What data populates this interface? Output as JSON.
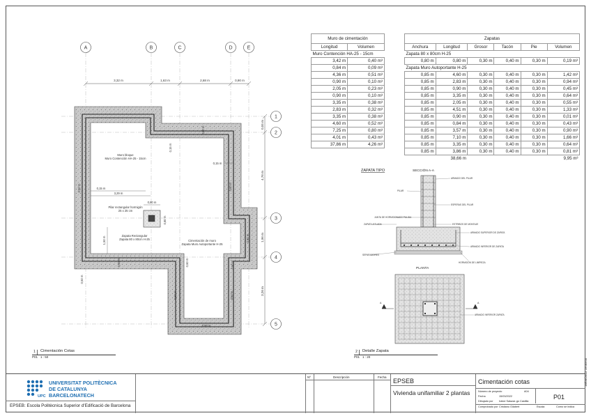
{
  "grid": {
    "cols": [
      "A",
      "B",
      "C",
      "D",
      "E"
    ],
    "rows": [
      "1",
      "2",
      "3",
      "4",
      "5"
    ],
    "col_dims": [
      "3,32 m",
      "1,63 m",
      "2,68 m",
      "0,90 m"
    ],
    "row_dims": [
      "0,55 m",
      "4,76 m",
      "1,96 m",
      "3,26 m"
    ]
  },
  "plan_labels": {
    "muro": "Muro bloque\nMuro Contención HA-25 - 15cm",
    "pilar": "Pilar rectangular hormigón\n25 x 25 cm",
    "zapata_pilar": "Zapata Rectangular\nZapata 80 x 80cm H-25",
    "cimentado": "Cimentación de muro\nZapata Muro Autoportante H-25",
    "d1": "0,15 m",
    "d2": "3,29 m",
    "d3": "0,80 m",
    "d4": "0,80 m",
    "d5": "1,50 m",
    "d6": "0,15 m",
    "d7": "0,15 m",
    "d8": "0,60 m",
    "d9": "0,60 m",
    "d10": "0,60 m",
    "d11": "0,60 m",
    "d12": "0,60 m",
    "d13": "0,60 m",
    "d14": "0,60 m",
    "d15": "0,15 m",
    "d16": "0,60 m",
    "d17": "0,60 m",
    "d18": "0,60 m",
    "d19": "0,15 m",
    "d20": "0,60 m"
  },
  "muro_table": {
    "title": "Muro de cimentación",
    "headers": [
      "Longitud",
      "Volumen"
    ],
    "subtitle": "Muro Contención HA-25 - 15cm",
    "rows": [
      [
        "3,42 m",
        "0,40 m³"
      ],
      [
        "0,84 m",
        "0,09 m³"
      ],
      [
        "4,36 m",
        "0,51 m³"
      ],
      [
        "0,90 m",
        "0,10 m³"
      ],
      [
        "2,05 m",
        "0,23 m³"
      ],
      [
        "0,90 m",
        "0,10 m³"
      ],
      [
        "3,35 m",
        "0,38 m³"
      ],
      [
        "2,83 m",
        "0,32 m³"
      ],
      [
        "3,35 m",
        "0,38 m³"
      ],
      [
        "4,60 m",
        "0,52 m³"
      ],
      [
        "7,25 m",
        "0,80 m³"
      ],
      [
        "4,01 m",
        "0,43 m³"
      ],
      [
        "37,86 m",
        "4,26 m³"
      ]
    ]
  },
  "zapata_table": {
    "title": "Zapatas",
    "headers": [
      "Anchura",
      "Longitud",
      "Grosor",
      "Tacón",
      "Pie",
      "Volumen"
    ],
    "sub1": "Zapata 80 x 80cm H-25",
    "row1": [
      "0,80 m",
      "0,80 m",
      "0,30 m",
      "0,40 m",
      "0,30 m",
      "0,19 m³"
    ],
    "sub2": "Zapata Muro Autoportante H-25",
    "rows": [
      [
        "0,85 m",
        "4,60 m",
        "0,30 m",
        "0,40 m",
        "0,30 m",
        "1,42 m³"
      ],
      [
        "0,85 m",
        "2,83 m",
        "0,30 m",
        "0,40 m",
        "0,30 m",
        "0,94 m³"
      ],
      [
        "0,85 m",
        "0,90 m",
        "0,30 m",
        "0,40 m",
        "0,30 m",
        "0,45 m³"
      ],
      [
        "0,85 m",
        "3,35 m",
        "0,30 m",
        "0,40 m",
        "0,30 m",
        "0,64 m³"
      ],
      [
        "0,85 m",
        "2,05 m",
        "0,30 m",
        "0,40 m",
        "0,30 m",
        "0,55 m³"
      ],
      [
        "0,85 m",
        "4,51 m",
        "0,30 m",
        "0,40 m",
        "0,30 m",
        "1,33 m³"
      ],
      [
        "0,85 m",
        "0,90 m",
        "0,30 m",
        "0,40 m",
        "0,30 m",
        "0,01 m³"
      ],
      [
        "0,85 m",
        "0,84 m",
        "0,30 m",
        "0,40 m",
        "0,30 m",
        "0,43 m³"
      ],
      [
        "0,85 m",
        "3,57 m",
        "0,30 m",
        "0,40 m",
        "0,30 m",
        "0,90 m³"
      ],
      [
        "0,85 m",
        "7,10 m",
        "0,30 m",
        "0,40 m",
        "0,30 m",
        "1,66 m³"
      ],
      [
        "0,85 m",
        "3,35 m",
        "0,30 m",
        "0,40 m",
        "0,30 m",
        "0,64 m³"
      ],
      [
        "0,85 m",
        "3,86 m",
        "0,30 m",
        "0,40 m",
        "0,30 m",
        "0,81 m³"
      ]
    ],
    "total_len": "38,66 m",
    "total_vol": "9,95 m³"
  },
  "detail": {
    "zapata_tipo": "ZAPATA TIPO",
    "seccion": "SECCIÓN A-A",
    "planta": "PLANTA",
    "ann_pilar_arm": "ARMADO DEL PILAR",
    "ann_pilar": "PILAR",
    "ann_esperas": "ESPERAS DEL PILAR",
    "ann_junta": "JUNTA DE HORMIGONADO PULIDA",
    "ann_cerco": "ESTRIBOS DE MONTAJE",
    "ann_zapata_aislada": "ZAPATA AISLADA",
    "ann_sup": "ARMADO SUPERIOR DE ZAPATA",
    "ann_inf": "ARMADO INFERIOR DE ZAPATA",
    "ann_separadores": "SEPARADORES",
    "ann_limpieza": "HORMIGÓN DE LIMPIEZA",
    "ann_planta_arm": "ARMADO INFERIOR ZAPATA",
    "ann_a1": "A",
    "ann_a2": "A"
  },
  "view1": {
    "num": "1",
    "title": "Cimentación Cotas",
    "sheet": "P01",
    "scale": "1 : 50"
  },
  "view2": {
    "num": "2",
    "title": "Detalle Zapata",
    "sheet": "P01",
    "scale": "1 : 20"
  },
  "titleblock": {
    "uni1": "UNIVERSITAT POLITÈCNICA",
    "uni2": "DE CATALUNYA",
    "uni3": "BARCELONATECH",
    "upc": "UPC",
    "school": "EPSEB: Escola Politècnica Superior d'Edificació de Barcelona",
    "rev_no": "Nº",
    "rev_desc": "Descripción",
    "rev_date": "Fecha",
    "school_short": "EPSEB",
    "project": "Vivienda unifamiliar 2 plantas",
    "sheet_title": "Cimentación cotas",
    "lbl_num": "Número de proyecto",
    "val_num": "A04",
    "lbl_fecha": "Fecha",
    "val_fecha": "15/03/2022",
    "lbl_dib": "Dibujado por",
    "val_dib": "Iratxe Salazar-go Castilla",
    "lbl_comp": "Comprobado por",
    "val_comp": "Cristiano Gilabert",
    "sheet_no": "P01",
    "lbl_escala": "Escala",
    "val_escala": "Como se indica",
    "side_date": "16/03/2022 19:40:02"
  }
}
